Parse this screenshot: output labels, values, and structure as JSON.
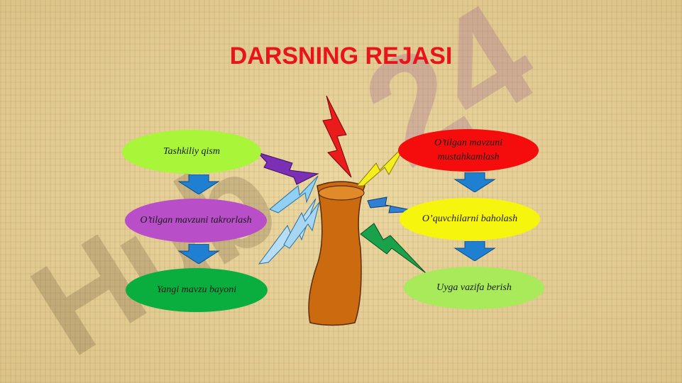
{
  "title": "DARSNING REJASI",
  "watermark": {
    "top": "24",
    "bottom": "Hub"
  },
  "left_steps": [
    {
      "label": "Tashkiliy qism",
      "color": "#a8f53a"
    },
    {
      "label": "O’tilgan mavzuni takrorlash",
      "color": "#b84fc8"
    },
    {
      "label": "Yangi mavzu bayoni",
      "color": "#0aae3f"
    }
  ],
  "right_steps": [
    {
      "label": "O’tilgan mavzuni mustahkamlash",
      "color": "#f50d0d"
    },
    {
      "label": "O’quvchilarni baholash",
      "color": "#f6f50d"
    },
    {
      "label": "Uyga vazifa berish",
      "color": "#a8ea5a"
    }
  ],
  "colors": {
    "arrow": "#1f7fd0",
    "trunk": "#cc6a10",
    "title": "#e8141b"
  }
}
